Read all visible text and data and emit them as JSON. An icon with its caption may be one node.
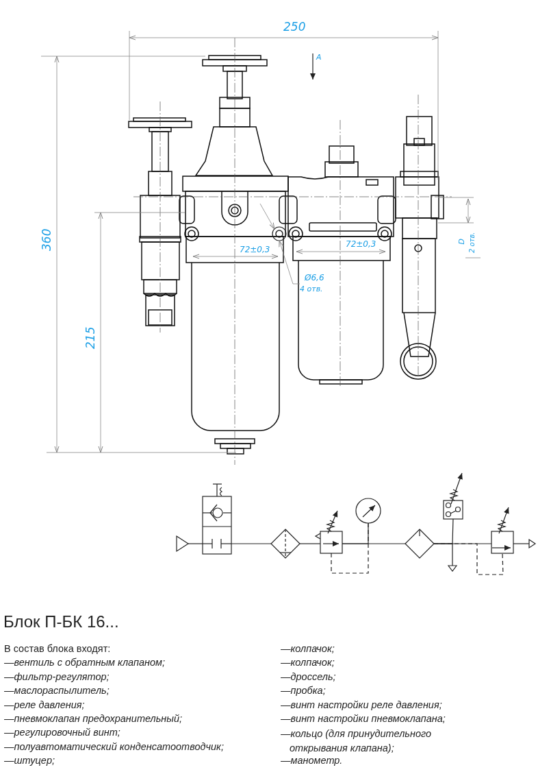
{
  "diagram": {
    "title": "Блок П-БК 16...",
    "nodes": [
      {
        "text": [
          "Ø6,6",
          "4 отв."
        ]
      },
      {
        "text": [],
        "shape": "triangle"
      },
      {
        "text": [],
        "shape": "box"
      },
      {
        "text": [],
        "shape": "diamond"
      },
      {
        "text": [],
        "shape": "box"
      },
      {
        "text": [],
        "shape": "circle"
      },
      {
        "text": [],
        "shape": "diamond"
      },
      {
        "text": [],
        "shape": "box"
      },
      {
        "text": [],
        "shape": "triangle"
      },
      {
        "text": [],
        "shape": "box"
      },
      {
        "text": [],
        "shape": "triangle"
      },
      {
        "text": [],
        "shape": "circle"
      }
    ],
    "edges": [
      {
        "from": 0,
        "to": 11,
        "arrow": "to",
        "color": "#888888"
      },
      {
        "from": 1,
        "to": 2,
        "arrow": "none"
      },
      {
        "from": 2,
        "to": 3,
        "arrow": "none"
      },
      {
        "from": 3,
        "to": 4,
        "arrow": "none"
      },
      {
        "from": 4,
        "to": 6,
        "arrow": "none"
      },
      {
        "from": 4,
        "to": 5,
        "arrow": "none"
      },
      {
        "from": 5,
        "to": 4,
        "arrow": "none",
        "style": "dashed"
      },
      {
        "from": 6,
        "to": 7,
        "arrow": "none"
      },
      {
        "from": 6,
        "to": 8,
        "arrow": "none"
      },
      {
        "from": 6,
        "to": 9,
        "arrow": "none"
      },
      {
        "from": 6,
        "to": 9,
        "arrow": "none",
        "style": "dashed"
      },
      {
        "from": 9,
        "to": 10,
        "arrow": "none"
      },
      {
        "from": null,
        "to": 11,
        "arrow": "to",
        "color": "#888888"
      }
    ],
    "labels": [
      "250",
      "A",
      "360",
      "215",
      "72±0,3",
      "72±0,3",
      "D",
      "2 отв.",
      "В состав блока входят:",
      "—вентиль с обратным клапаном;",
      "—фильтр-регулятор;",
      "—маслораспылитель;",
      "—реле давления;",
      "—пневмоклапан предохранительный;",
      "—регулировочный винт;",
      "—полуавтоматический конденсатоотводчик;",
      "—штуцер;",
      "—колпачок;",
      "—колпачок;",
      "—дроссель;",
      "—пробка;",
      "—винт настройки реле давления;",
      "—винт настройки пневмоклапана;",
      "—кольцо (для принудительного открывания клапана);",
      "—манометр."
    ]
  }
}
